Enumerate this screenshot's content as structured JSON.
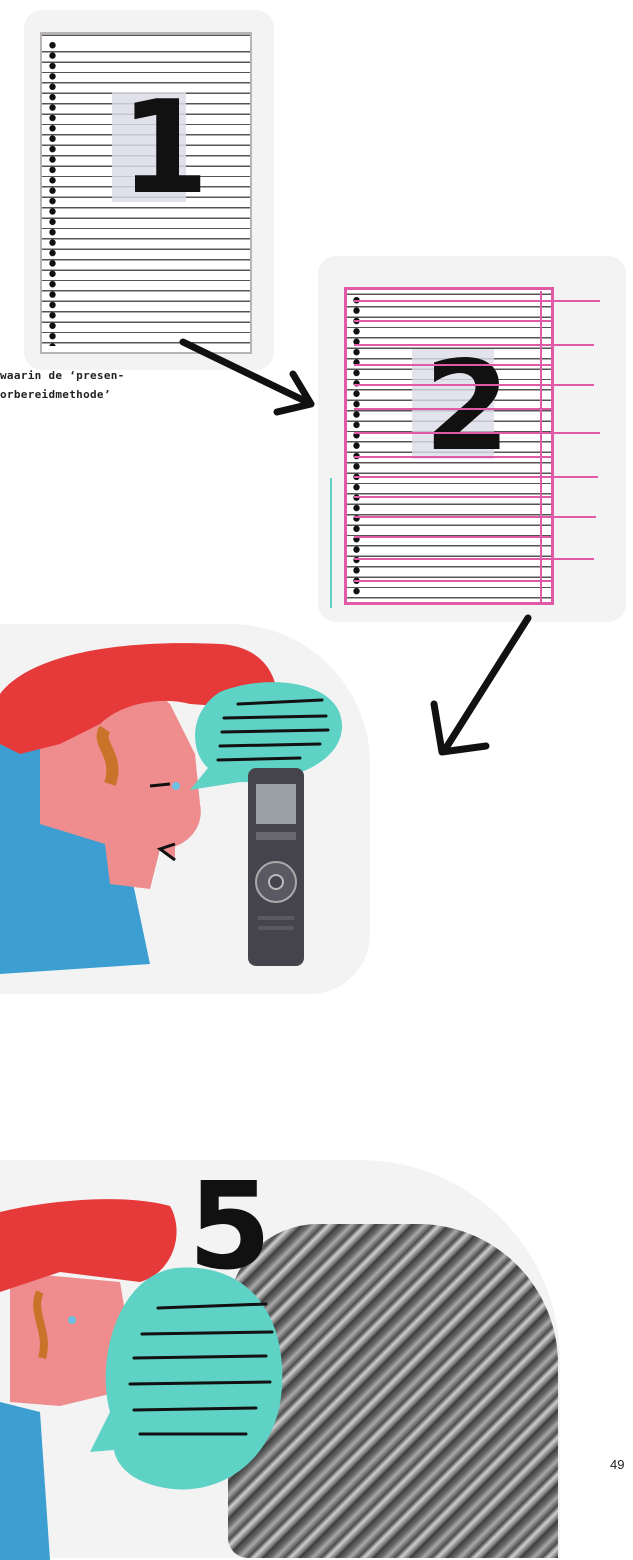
{
  "caption": {
    "line1": "waarin de ‘presen-",
    "line2": "orbereidmethode’"
  },
  "notebook_one": {
    "number": "1"
  },
  "notebook_two": {
    "number": "2"
  },
  "scene_five": {
    "number": "5"
  },
  "page_number": "49",
  "colors": {
    "cap_red": "#e63a3a",
    "shirt_blue": "#3d9fd1",
    "skin_pink": "#ee8c8e",
    "speech_teal": "#5fd2c6",
    "pink_lines": "#e05aa8",
    "recorder": "#45434b"
  },
  "icons": [
    "arrow-right-down-icon",
    "arrow-left-down-icon",
    "voice-recorder-icon",
    "speech-bubble-icon"
  ]
}
